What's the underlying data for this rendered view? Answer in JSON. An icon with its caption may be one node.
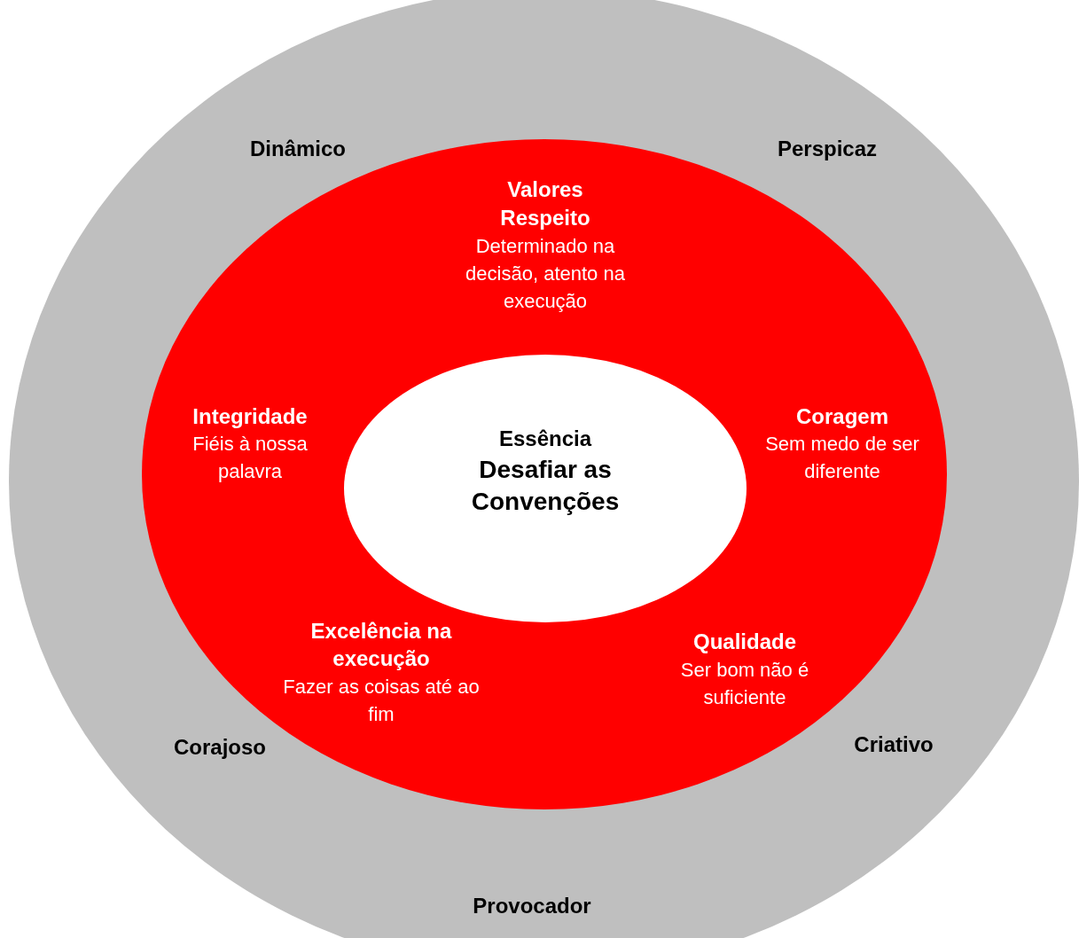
{
  "diagram": {
    "nodes": [
      {
        "text": [],
        "shape": "ellipse"
      },
      {
        "text": [
          "Valores",
          "Respeito",
          "Determinado na decisão, atento na execução",
          "Integridade",
          "Fiéis à nossa palavra",
          "Coragem",
          "Sem medo de ser diferente",
          "Excelência na execução",
          "Fazer as coisas até ao fim",
          "Qualidade",
          "Ser bom não é suficiente"
        ],
        "in": 0
      },
      {
        "text": [
          "Essência",
          "Desafiar as Convenções"
        ],
        "in": 1
      }
    ],
    "labels": [
      "Dinâmico",
      "Perspicaz",
      "Corajoso",
      "Criativo",
      "Provocador"
    ]
  }
}
